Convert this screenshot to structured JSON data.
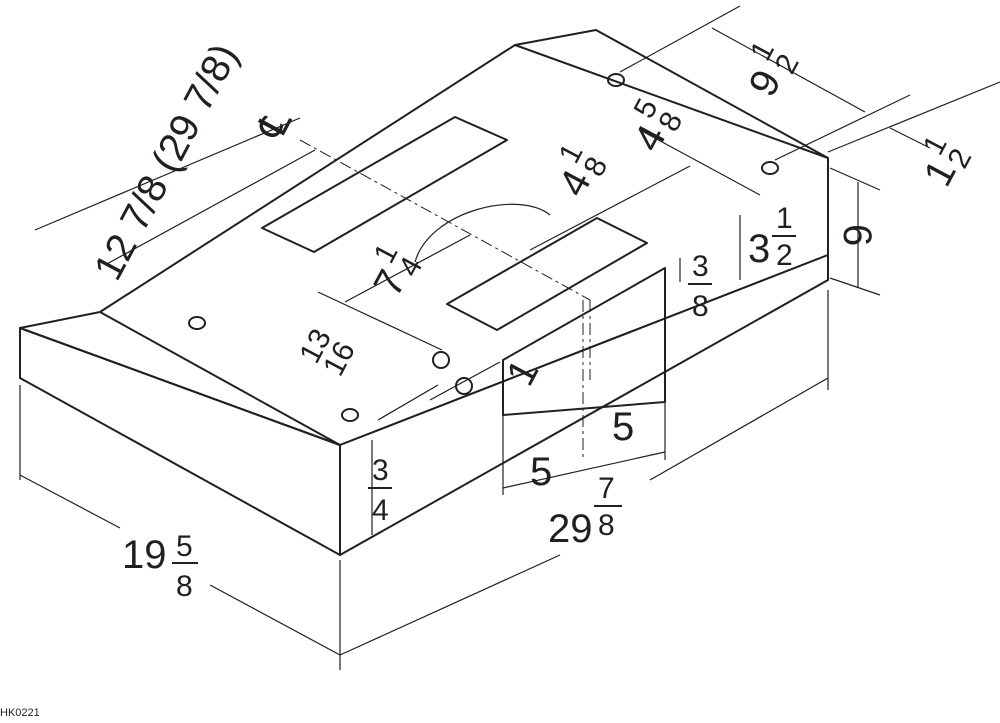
{
  "figure_code": "HK0221",
  "dimensions": {
    "width_whole": "29",
    "width_num": "7",
    "width_den": "8",
    "depth_whole": "19",
    "depth_num": "5",
    "depth_den": "8",
    "height": "6",
    "height_back_whole": "3",
    "height_back_num": "1",
    "height_back_den": "2",
    "back_offset_num": "3",
    "back_offset_den": "8",
    "front_offset_num": "3",
    "front_offset_den": "4",
    "centerline_label": "12 7/8 (29 7/8)",
    "centerline_symbol": "℄",
    "keyhole_spacing_whole": "9",
    "keyhole_spacing_num": "1",
    "keyhole_spacing_den": "2",
    "back_edge_whole": "1",
    "back_edge_num": "1",
    "back_edge_den": "2",
    "duct_a_whole": "4",
    "duct_a_num": "1",
    "duct_a_den": "8",
    "duct_b_whole": "4",
    "duct_b_num": "5",
    "duct_b_den": "8",
    "knockout_offset_whole": "7",
    "knockout_offset_num": "1",
    "knockout_offset_den": "4",
    "knockout_front_num": "13",
    "knockout_front_den": "16",
    "wire_offset": "1",
    "half_left": "5",
    "half_right": "5"
  }
}
